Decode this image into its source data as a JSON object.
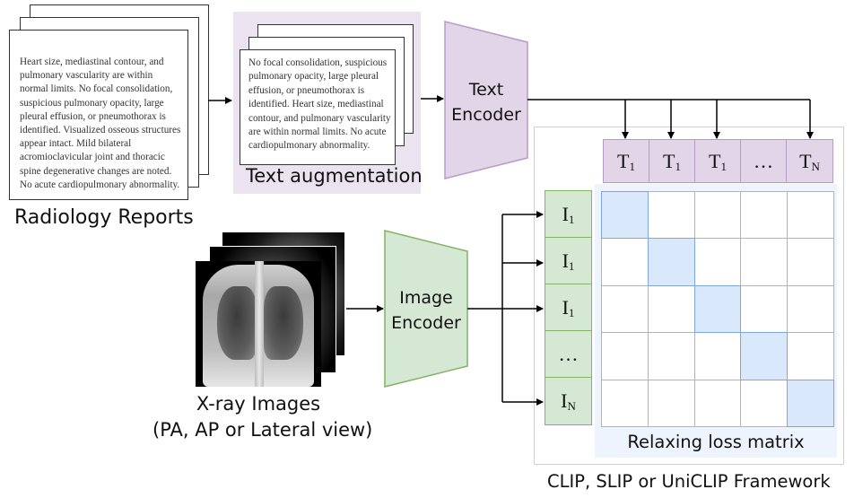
{
  "reports": {
    "text": "Heart size, mediastinal contour, and pulmonary vascularity are within normal limits. No focal consolidation, suspicious pulmonary opacity, large pleural effusion, or pneumothorax is identified. Visualized osseous structures appear intact. Mild bilateral acromioclavicular joint and thoracic spine degenerative changes are noted. No acute cardiopulmonary abnormality.",
    "label": "Radiology Reports"
  },
  "augmentation": {
    "text": "No focal consolidation, suspicious pulmonary opacity, large pleural effusion, or pneumothorax is identified. Heart size, mediastinal contour, and pulmonary vascularity are within normal limits. No acute cardiopulmonary abnormality.",
    "label": "Text augmentation"
  },
  "text_encoder": {
    "line1": "Text",
    "line2": "Encoder"
  },
  "image_encoder": {
    "line1": "Image",
    "line2": "Encoder"
  },
  "xray": {
    "line1": "X-ray Images",
    "line2": "(PA, AP or Lateral view)"
  },
  "text_tokens": [
    {
      "base": "T",
      "sub": "1"
    },
    {
      "base": "T",
      "sub": "1"
    },
    {
      "base": "T",
      "sub": "1"
    },
    {
      "base": "…",
      "sub": ""
    },
    {
      "base": "T",
      "sub": "N"
    }
  ],
  "image_tokens": [
    {
      "base": "I",
      "sub": "1"
    },
    {
      "base": "I",
      "sub": "1"
    },
    {
      "base": "I",
      "sub": "1"
    },
    {
      "base": "…",
      "sub": ""
    },
    {
      "base": "I",
      "sub": "N"
    }
  ],
  "matrix": {
    "size": 5,
    "highlight": "diagonal",
    "label": "Relaxing loss matrix"
  },
  "framework": {
    "label": "CLIP, SLIP or UniCLIP Framework"
  },
  "colors": {
    "text_branch_fill": "#e1d5e7",
    "text_branch_stroke": "#b89ac6",
    "image_branch_fill": "#d5e8d4",
    "image_branch_stroke": "#82b366",
    "matrix_diag_fill": "#dae8fc",
    "matrix_bg": "#eef4fd"
  }
}
